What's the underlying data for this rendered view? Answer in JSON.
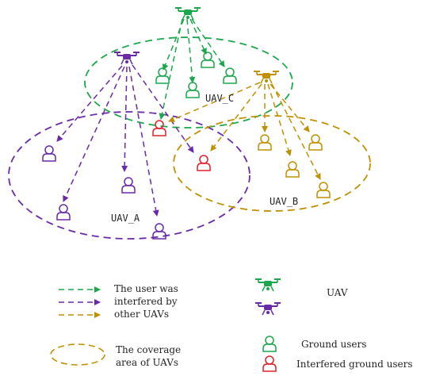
{
  "colors": {
    "uav_c": "#1aa84a",
    "uav_a": "#6a2aa8",
    "uav_b": "#c09000",
    "interfered": "#e0202a"
  },
  "uav_labels": {
    "a": "UAV_A",
    "b": "UAV_B",
    "c": "UAV_C"
  },
  "legend": {
    "arrow_text": [
      "The user was",
      "interfered by",
      "other UAVs"
    ],
    "uav_label": "UAV",
    "coverage_text": [
      "The coverage",
      "area of UAVs"
    ],
    "ground_users_label": "Ground users",
    "interfered_users_label": "Interfered ground users"
  },
  "icons": {
    "uav": "drone-icon",
    "user": "user-icon"
  }
}
